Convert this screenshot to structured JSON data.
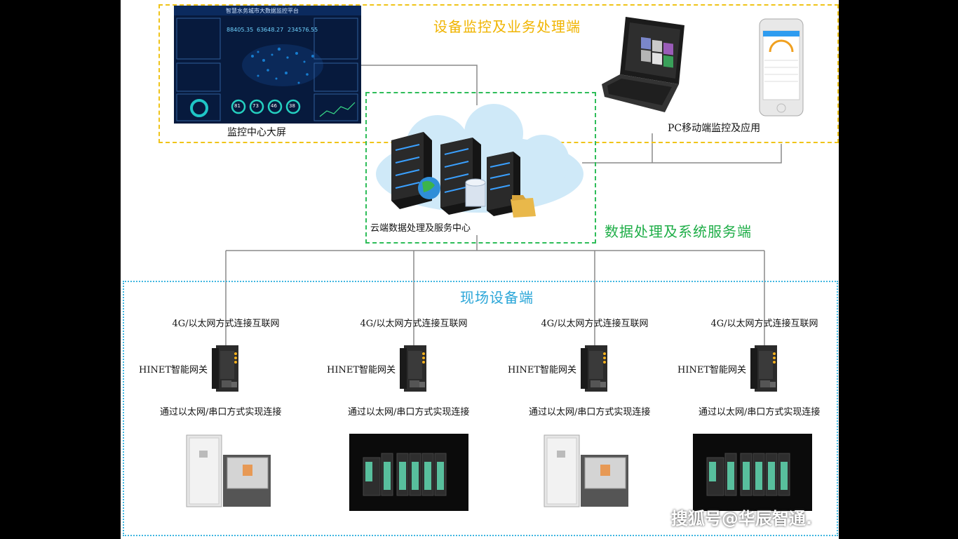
{
  "sections": {
    "monitoring": "设备监控及业务处理端",
    "data_processing": "数据处理及系统服务端",
    "field": "现场设备端"
  },
  "labels": {
    "big_screen": "监控中心大屏",
    "pc_mobile": "PC移动端监控及应用",
    "cloud_center": "云端数据处理及服务中心"
  },
  "dashboard": {
    "title": "智慧水务城市大数据监控平台",
    "stat1": "88405.35",
    "stat2": "63648.27",
    "stat3": "234576.55",
    "gauges": [
      "81",
      "73",
      "46",
      "38"
    ]
  },
  "devices": [
    {
      "top": "4G/以太网方式连接互联网",
      "gateway": "HINET智能网关",
      "bottom": "通过以太网/串口方式实现连接"
    },
    {
      "top": "4G/以太网方式连接互联网",
      "gateway": "HINET智能网关",
      "bottom": "通过以太网/串口方式实现连接"
    },
    {
      "top": "4G/以太网方式连接互联网",
      "gateway": "HINET智能网关",
      "bottom": "通过以太网/串口方式实现连接"
    },
    {
      "top": "4G/以太网方式连接互联网",
      "gateway": "HINET智能网关",
      "bottom": "通过以太网/串口方式实现连接"
    }
  ],
  "watermark": "搜狐号@华辰智通.",
  "colors": {
    "monitoring": "#f0c419",
    "data_processing": "#2ebd59",
    "field": "#3fb6e0",
    "connector": "#888888"
  }
}
